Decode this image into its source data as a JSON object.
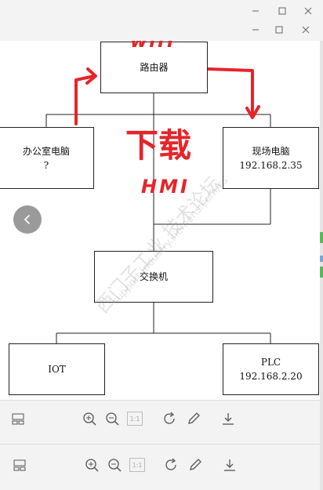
{
  "diagram": {
    "router": {
      "label": "路由器"
    },
    "office_pc": {
      "label": "办公室电脑",
      "note": "?"
    },
    "site_pc": {
      "label": "现场电脑",
      "ip": "192.168.2.35"
    },
    "switch": {
      "label": "交换机"
    },
    "iot": {
      "label": "IOT"
    },
    "plc": {
      "label": "PLC",
      "ip": "192.168.2.20"
    }
  },
  "annotations": {
    "wifi": "wifi",
    "download": "下载",
    "hmi": "HMI"
  },
  "watermark": {
    "line1": "西门子工业 技术论坛",
    "line2": "support.industry.siemens.com/cs"
  },
  "toolbar": {
    "page_box": "1:1"
  },
  "colors": {
    "ink": "#e5252a",
    "canvas": "#ffffff",
    "chrome": "#f3f3f3"
  },
  "icons": {
    "minimize": "minimize-icon",
    "maximize": "maximize-icon",
    "close": "close-icon",
    "layout": "layout-icon",
    "zoom_in": "zoom-in-icon",
    "zoom_out": "zoom-out-icon",
    "rotate": "rotate-icon",
    "edit": "pencil-icon",
    "download": "download-icon",
    "prev": "chevron-left-icon"
  }
}
